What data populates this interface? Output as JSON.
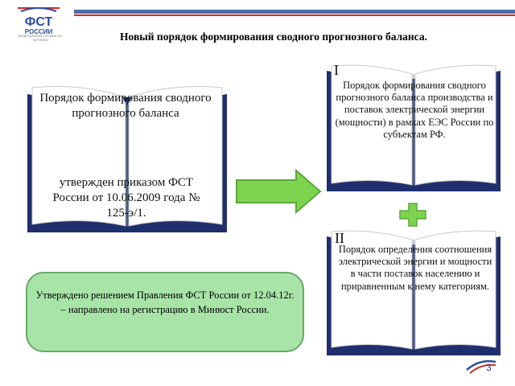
{
  "header": {
    "logo_text": "ФСТ",
    "logo_subtext": "РОССИИ",
    "logo_caption": "ФЕДЕРАЛЬНАЯ СЛУЖБА ПО ТАРИФАМ",
    "title": "Новый порядок формирования сводного прогнозного баланса."
  },
  "left_book": {
    "title": "Порядок формирования сводного прогнозного баланса",
    "approval": "утвержден приказом ФСТ России от 10.06.2009 года № 125-э/1."
  },
  "right_book_1": {
    "numeral": "I",
    "text": "Порядок формирования сводного прогнозного баланса производства и поставок электрической энергии (мощности) в рамках ЕЭС России по субъектам РФ."
  },
  "right_book_2": {
    "numeral": "II",
    "text": "Порядок определения соотношения электрической энергии и мощности в части поставок населению и приравненным к нему категориям."
  },
  "note": {
    "text": "Утверждено решением Правления ФСТ России от 12.04.12г. – направлено на регистрацию в Минюст России."
  },
  "footer": {
    "page_number": "3"
  },
  "colors": {
    "book_cover": "#1f2f6e",
    "book_page": "#ffffff",
    "arrow_fill": "#7ed44e",
    "arrow_stroke": "#5aa93a",
    "note_fill": "#a8e4a8",
    "header_blue": "#4a6ea8",
    "header_red": "#cf2a2a"
  }
}
